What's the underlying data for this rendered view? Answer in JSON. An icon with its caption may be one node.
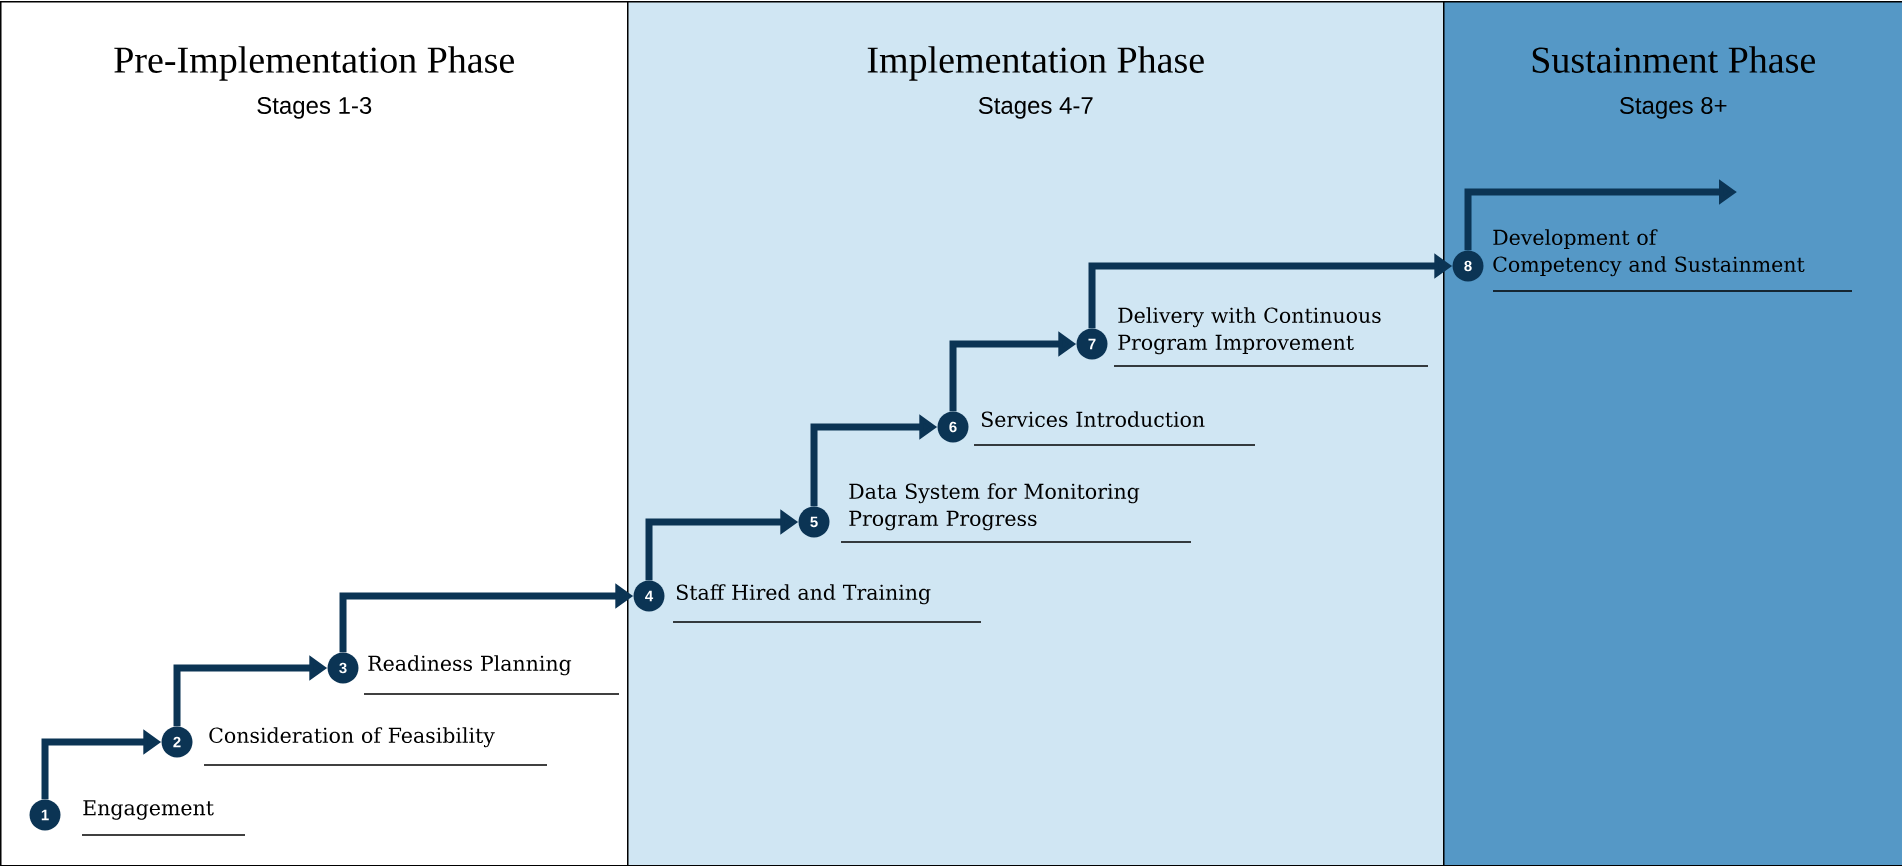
{
  "diagram": {
    "nodes": [
      {
        "text": [
          "Pre-Implementation Phase",
          "Stages 1-3"
        ]
      },
      {
        "text": [
          "Implementation Phase",
          "Stages 4-7"
        ]
      },
      {
        "text": [
          "Sustainment Phase",
          "Stages 8+"
        ]
      },
      {
        "text": [
          "1"
        ],
        "beside": [
          "Engagement"
        ],
        "in": 0
      },
      {
        "text": [
          "2"
        ],
        "beside": [
          "Consideration of Feasibility"
        ],
        "in": 0
      },
      {
        "text": [
          "3"
        ],
        "beside": [
          "Readiness Planning"
        ],
        "in": 0
      },
      {
        "text": [
          "4"
        ],
        "beside": [
          "Staff Hired and Training"
        ],
        "in": 1
      },
      {
        "text": [
          "5"
        ],
        "beside": [
          "Data System for Monitoring Program Progress"
        ],
        "in": 1
      },
      {
        "text": [
          "6"
        ],
        "beside": [
          "Services Introduction"
        ],
        "in": 1
      },
      {
        "text": [
          "7"
        ],
        "beside": [
          "Delivery with Continuous Program Improvement"
        ],
        "in": 1
      },
      {
        "text": [
          "8"
        ],
        "beside": [
          "Development of Competency and Sustainment"
        ],
        "in": 2
      }
    ],
    "edges": [
      {
        "from": 3,
        "to": 4,
        "arrow": "to"
      },
      {
        "from": 4,
        "to": 5,
        "arrow": "to"
      },
      {
        "from": 5,
        "to": 6,
        "arrow": "to"
      },
      {
        "from": 6,
        "to": 7,
        "arrow": "to"
      },
      {
        "from": 7,
        "to": 8,
        "arrow": "to"
      },
      {
        "from": 8,
        "to": 9,
        "arrow": "to"
      },
      {
        "from": 9,
        "to": 10,
        "arrow": "to"
      },
      {
        "from": 10,
        "to": null,
        "arrow": "to"
      }
    ]
  }
}
